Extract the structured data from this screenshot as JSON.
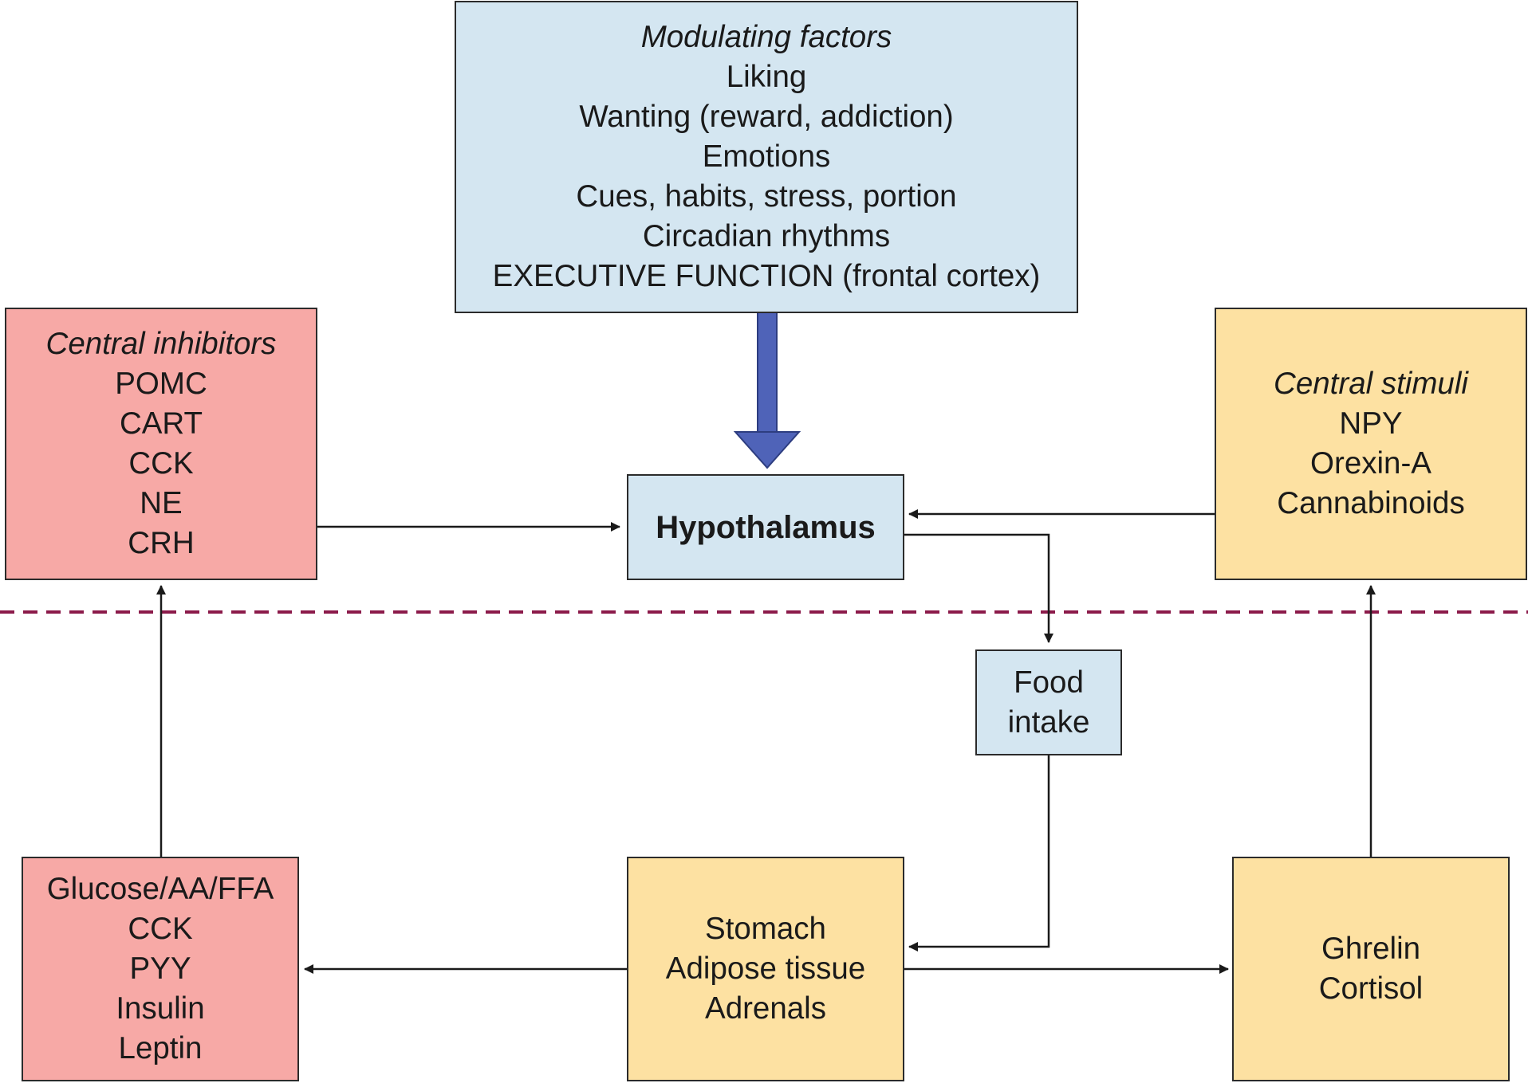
{
  "colors": {
    "blue_box": "#d4e6f1",
    "red_box": "#f7a9a6",
    "yellow_box": "#fde1a2",
    "big_arrow": "#4f63b8",
    "dashed_line": "#8b1a4a",
    "connector": "#1a1a1a"
  },
  "modulating_factors": {
    "heading": "Modulating factors",
    "items": [
      "Liking",
      "Wanting (reward, addiction)",
      "Emotions",
      "Cues, habits, stress, portion",
      "Circadian rhythms",
      "EXECUTIVE FUNCTION (frontal cortex)"
    ]
  },
  "central_inhibitors": {
    "heading": "Central inhibitors",
    "items": [
      "POMC",
      "CART",
      "CCK",
      "NE",
      "CRH"
    ]
  },
  "central_stimuli": {
    "heading": "Central stimuli",
    "items": [
      "NPY",
      "Orexin-A",
      "Cannabinoids"
    ]
  },
  "hypothalamus": {
    "label": "Hypothalamus"
  },
  "food_intake": {
    "lines": [
      "Food",
      "intake"
    ]
  },
  "peripheral_signals": {
    "items": [
      "Glucose/AA/FFA",
      "CCK",
      "PYY",
      "Insulin",
      "Leptin"
    ]
  },
  "organs": {
    "items": [
      "Stomach",
      "Adipose tissue",
      "Adrenals"
    ]
  },
  "orexigenic_hormones": {
    "items": [
      "Ghrelin",
      "Cortisol"
    ]
  }
}
